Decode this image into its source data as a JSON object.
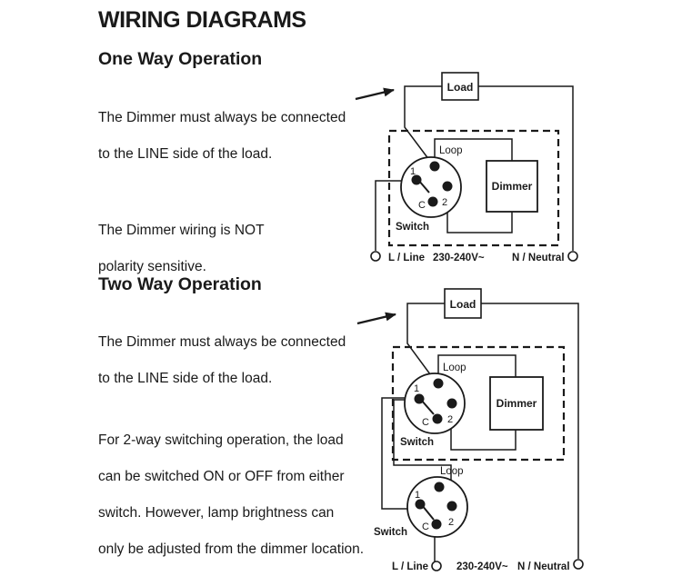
{
  "title": "WIRING DIAGRAMS",
  "one_way": {
    "heading": "One Way Operation",
    "note_line1": "The Dimmer must always be connected",
    "note_line2": "to the LINE side of the load.",
    "polarity_line1": "The Dimmer wiring is NOT",
    "polarity_line2": "polarity sensitive.",
    "load_label": "Load",
    "loop_label": "Loop",
    "dimmer_label": "Dimmer",
    "switch_label": "Switch",
    "terminal_1": "1",
    "terminal_2": "2",
    "terminal_c": "C",
    "line_label": "L / Line",
    "voltage_label": "230-240V~",
    "neutral_label": "N / Neutral"
  },
  "two_way": {
    "heading": "Two Way Operation",
    "note_line1": "The Dimmer must always be connected",
    "note_line2": "to the LINE side of the load.",
    "switching_line1": "For 2-way switching operation, the load",
    "switching_line2": "can be switched ON or OFF from either",
    "switching_line3": "switch. However, lamp brightness can",
    "switching_line4": "only be adjusted from the dimmer location.",
    "load_label": "Load",
    "loop_label_1": "Loop",
    "loop_label_2": "Loop",
    "dimmer_label": "Dimmer",
    "switch_label_1": "Switch",
    "switch_label_2": "Switch",
    "terminal_1": "1",
    "terminal_2": "2",
    "terminal_c": "C",
    "line_label": "L / Line",
    "voltage_label": "230-240V~",
    "neutral_label": "N / Neutral"
  }
}
